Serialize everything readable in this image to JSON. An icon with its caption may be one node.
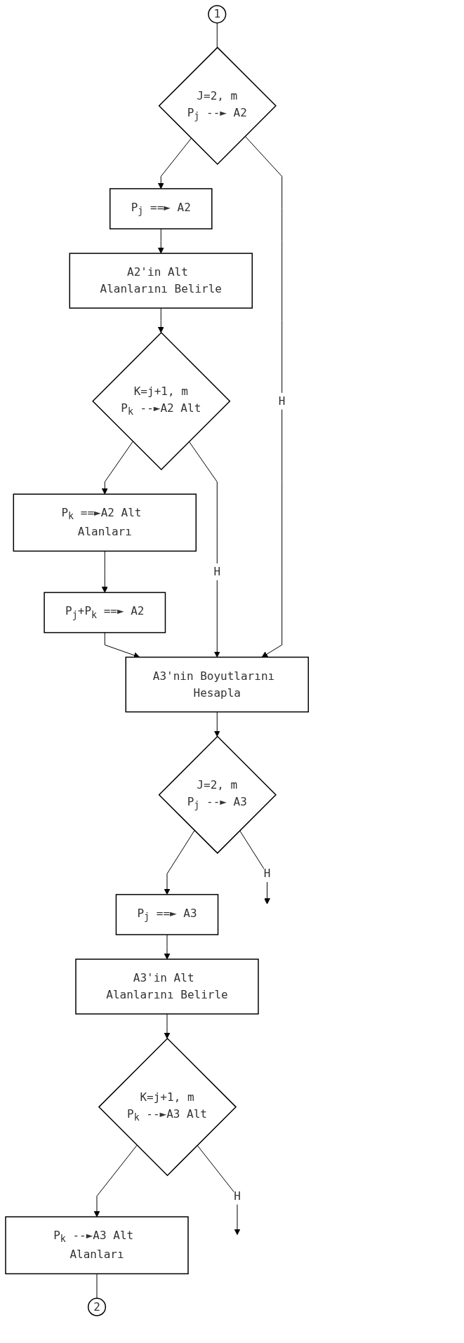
{
  "diagram": {
    "nodes": [
      {
        "text": [
          "1"
        ]
      },
      {
        "text": [
          "J=2, m",
          "P$_{j}$ --► A2"
        ]
      },
      {
        "text": [
          "P$_{j}$ ==► A2"
        ]
      },
      {
        "text": [
          "A2'in Alt Alanlarını Belirle"
        ]
      },
      {
        "text": [
          "K=j+1, m",
          "P$_{k}$ --►A2 Alt"
        ]
      },
      {
        "text": [
          "P$_{k}$ ==►A2 Alt Alanları"
        ]
      },
      {
        "text": [
          "P$_{j}$+P$_{k}$ ==► A2"
        ]
      },
      {
        "text": [
          "A3'nin Boyutlarını Hesapla"
        ]
      },
      {
        "text": [
          "J=2, m",
          "P$_{j}$ --► A3"
        ]
      },
      {
        "text": [
          "P$_{j}$ ==► A3"
        ]
      },
      {
        "text": [
          "A3'in Alt Alanlarını Belirle"
        ]
      },
      {
        "text": [
          "K=j+1, m",
          "P$_{k}$ --►A3 Alt"
        ]
      },
      {
        "text": [
          "P$_{k}$ --►A3 Alt Alanları"
        ]
      },
      {
        "text": [
          "2"
        ]
      }
    ],
    "edges": [
      {
        "from": 0,
        "to": 1,
        "arrow": "none"
      },
      {
        "from": 1,
        "to": 2,
        "arrow": "to"
      },
      {
        "from": 2,
        "to": 3,
        "arrow": "to"
      },
      {
        "from": 3,
        "to": 4,
        "arrow": "to"
      },
      {
        "from": 4,
        "to": 5,
        "arrow": "to"
      },
      {
        "from": 5,
        "to": 6,
        "arrow": "to"
      },
      {
        "from": 6,
        "to": 7,
        "arrow": "to"
      },
      {
        "from": 7,
        "to": 8,
        "arrow": "to"
      },
      {
        "from": 8,
        "to": 9,
        "arrow": "to"
      },
      {
        "from": 9,
        "to": 10,
        "arrow": "to"
      },
      {
        "from": 10,
        "to": 11,
        "arrow": "to"
      },
      {
        "from": 11,
        "to": 12,
        "arrow": "to"
      },
      {
        "from": 12,
        "to": 13,
        "arrow": "none"
      },
      {
        "from": 1,
        "to": 7,
        "label": "H",
        "arrow": "to"
      },
      {
        "from": 4,
        "to": 7,
        "label": "H",
        "arrow": "to"
      },
      {
        "from": 8,
        "to": null,
        "label": "H",
        "arrow": "to"
      },
      {
        "from": 11,
        "to": null,
        "label": "H",
        "arrow": "to"
      }
    ]
  }
}
